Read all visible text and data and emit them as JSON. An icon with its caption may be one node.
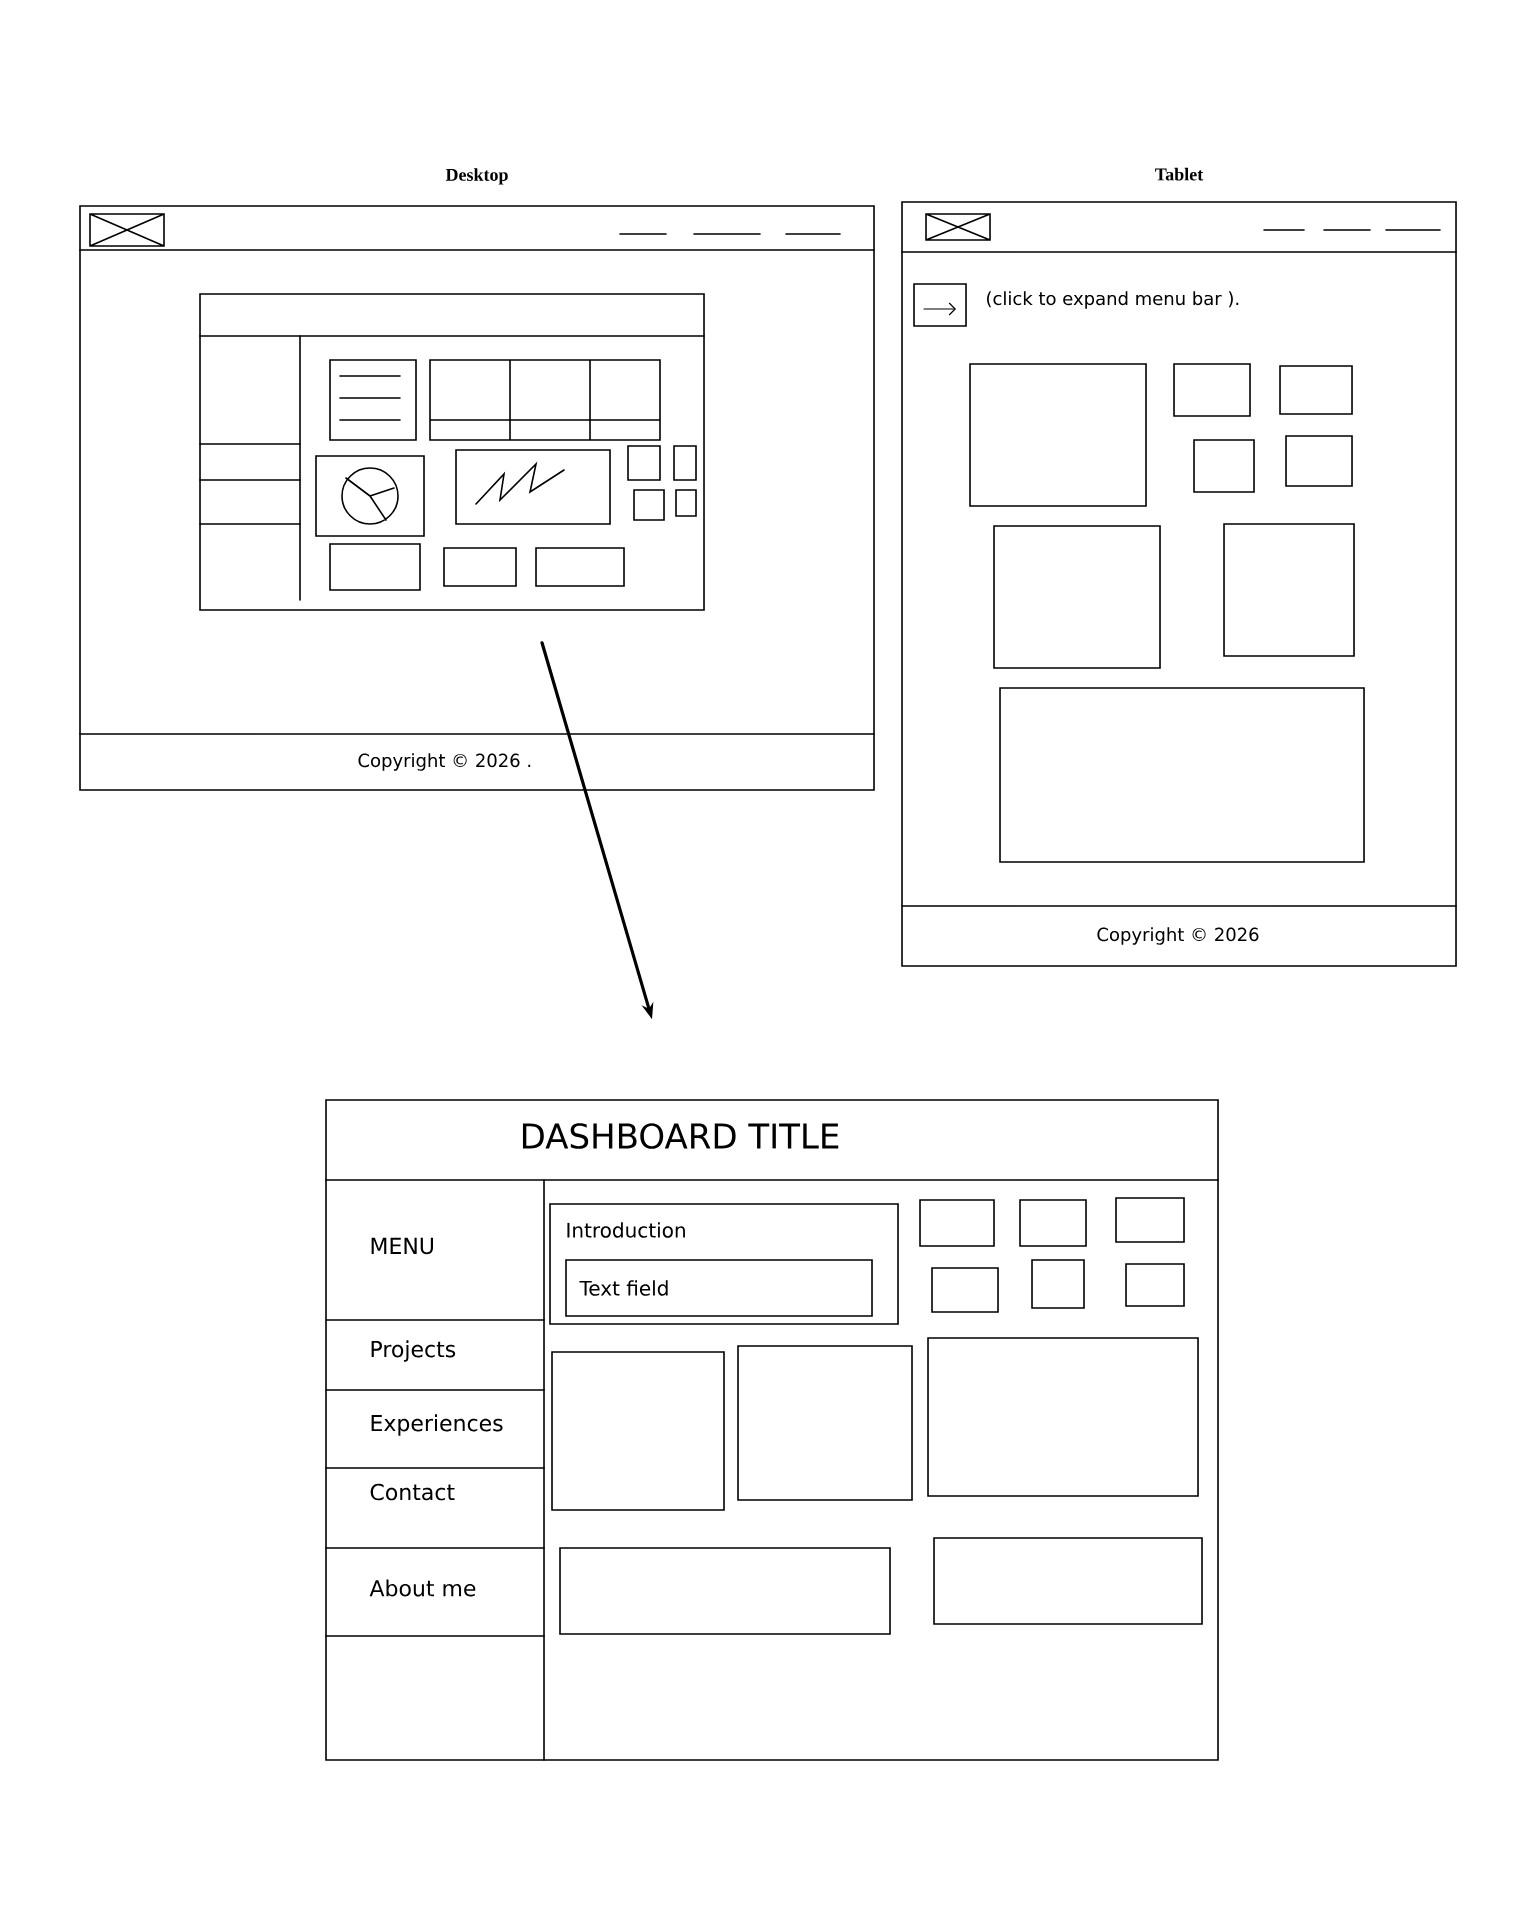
{
  "diagram": {
    "nodes": [
      {
        "text": [
          "Desktop"
        ]
      },
      {
        "text": [],
        "shape": "box",
        "in": 0
      },
      {
        "text": [
          "Tablet"
        ]
      },
      {
        "text": [],
        "shape": "box",
        "beside": [
          "(click to expand menu bar )."
        ],
        "in": 2
      },
      {
        "text": [
          "DASHBOARD TITLE"
        ]
      },
      {
        "text": [
          "MENU"
        ],
        "in": 4
      },
      {
        "text": [
          "Projects"
        ],
        "in": 4
      },
      {
        "text": [
          "Experiences"
        ],
        "in": 4
      },
      {
        "text": [
          "Contact"
        ],
        "in": 4
      },
      {
        "text": [
          "About me"
        ],
        "in": 4
      },
      {
        "text": [
          "Introduction"
        ],
        "in": 4
      },
      {
        "text": [
          "Text field"
        ],
        "in": 10
      },
      {
        "text": [],
        "shape": "box",
        "in": 4
      },
      {
        "text": [],
        "shape": "box",
        "in": 4
      },
      {
        "text": [],
        "shape": "box",
        "in": 4
      },
      {
        "text": [],
        "shape": "box",
        "in": 4
      },
      {
        "text": [],
        "shape": "box",
        "in": 4
      },
      {
        "text": [],
        "shape": "box",
        "in": 4
      },
      {
        "text": [],
        "shape": "box",
        "in": 2
      },
      {
        "text": [],
        "shape": "box",
        "in": 2
      },
      {
        "text": [],
        "shape": "box",
        "in": 2
      },
      {
        "text": [],
        "shape": "box",
        "in": 2
      }
    ],
    "edges": [
      {
        "from": 1,
        "to": 4,
        "arrow": "to"
      }
    ],
    "labels": [
      "Copyright © 2026 .",
      "Copyright © 2026"
    ]
  }
}
